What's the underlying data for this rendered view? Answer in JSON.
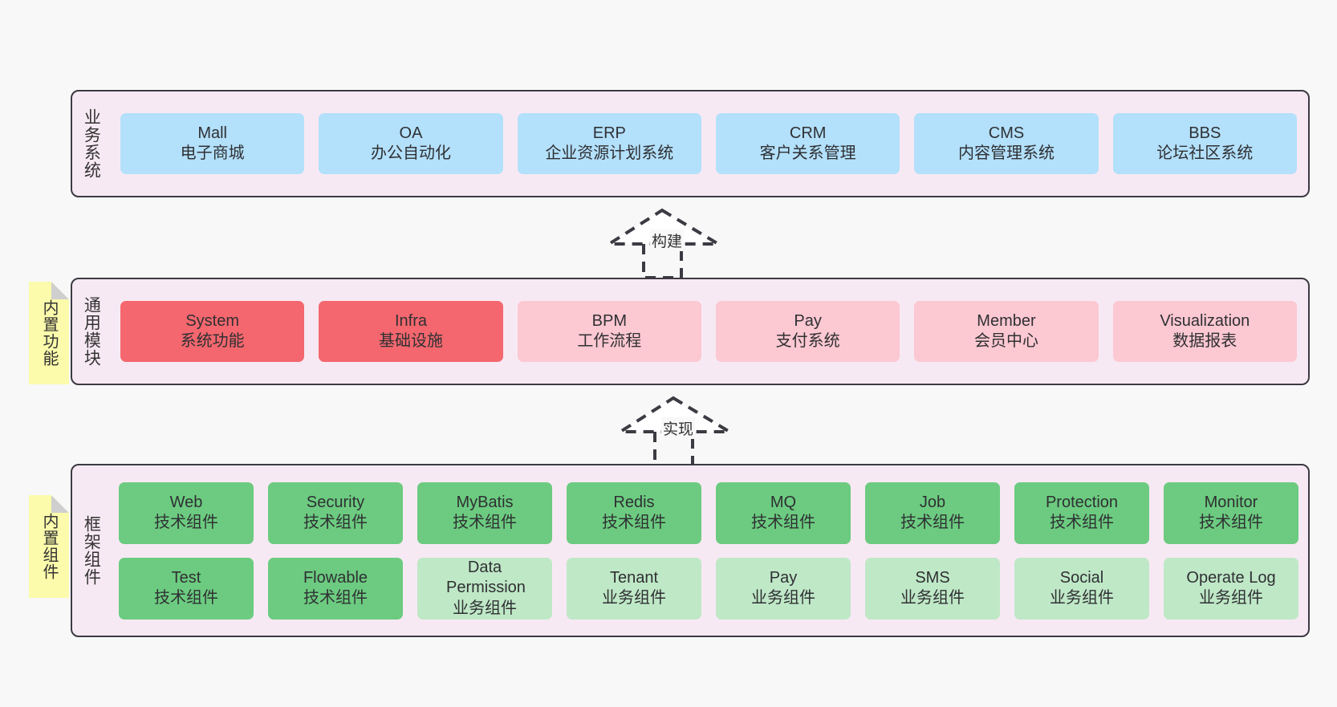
{
  "diagram": {
    "background_color": "#f8f8f8",
    "panel_fill": "#f7e9f3",
    "panel_border": "#3c3a42",
    "note_fill": "#fbfbab",
    "note_fold": "#cfcfcf"
  },
  "layers": [
    {
      "id": "business-system",
      "title": "业务系统",
      "note": null,
      "rows": [
        {
          "cells": [
            {
              "name": "Mall",
              "sub": "电子商城",
              "color": "#b3e0fb",
              "style": "c-blue"
            },
            {
              "name": "OA",
              "sub": "办公自动化",
              "color": "#b3e0fb",
              "style": "c-blue"
            },
            {
              "name": "ERP",
              "sub": "企业资源计划系统",
              "color": "#b3e0fb",
              "style": "c-blue"
            },
            {
              "name": "CRM",
              "sub": "客户关系管理",
              "color": "#b3e0fb",
              "style": "c-blue"
            },
            {
              "name": "CMS",
              "sub": "内容管理系统",
              "color": "#b3e0fb",
              "style": "c-blue"
            },
            {
              "name": "BBS",
              "sub": "论坛社区系统",
              "color": "#b3e0fb",
              "style": "c-blue"
            }
          ]
        }
      ]
    },
    {
      "id": "common-module",
      "title": "通用模块",
      "note": "内置功能",
      "rows": [
        {
          "cells": [
            {
              "name": "System",
              "sub": "系统功能",
              "color": "#f4676e",
              "style": "c-red"
            },
            {
              "name": "Infra",
              "sub": "基础设施",
              "color": "#f4676e",
              "style": "c-red"
            },
            {
              "name": "BPM",
              "sub": "工作流程",
              "color": "#fcc8d2",
              "style": "c-pink"
            },
            {
              "name": "Pay",
              "sub": "支付系统",
              "color": "#fcc8d2",
              "style": "c-pink"
            },
            {
              "name": "Member",
              "sub": "会员中心",
              "color": "#fcc8d2",
              "style": "c-pink"
            },
            {
              "name": "Visualization",
              "sub": "数据报表",
              "color": "#fcc8d2",
              "style": "c-pink"
            }
          ]
        }
      ]
    },
    {
      "id": "framework-component",
      "title": "框架组件",
      "note": "内置组件",
      "rows": [
        {
          "cells": [
            {
              "name": "Web",
              "sub": "技术组件",
              "color": "#6ccb80",
              "style": "c-green"
            },
            {
              "name": "Security",
              "sub": "技术组件",
              "color": "#6ccb80",
              "style": "c-green"
            },
            {
              "name": "MyBatis",
              "sub": "技术组件",
              "color": "#6ccb80",
              "style": "c-green"
            },
            {
              "name": "Redis",
              "sub": "技术组件",
              "color": "#6ccb80",
              "style": "c-green"
            },
            {
              "name": "MQ",
              "sub": "技术组件",
              "color": "#6ccb80",
              "style": "c-green"
            },
            {
              "name": "Job",
              "sub": "技术组件",
              "color": "#6ccb80",
              "style": "c-green"
            },
            {
              "name": "Protection",
              "sub": "技术组件",
              "color": "#6ccb80",
              "style": "c-green"
            },
            {
              "name": "Monitor",
              "sub": "技术组件",
              "color": "#6ccb80",
              "style": "c-green"
            }
          ]
        },
        {
          "cells": [
            {
              "name": "Test",
              "sub": "技术组件",
              "color": "#6ccb80",
              "style": "c-green"
            },
            {
              "name": "Flowable",
              "sub": "技术组件",
              "color": "#6ccb80",
              "style": "c-green"
            },
            {
              "name": "Data Permission",
              "sub": "业务组件",
              "color": "#bfe8c7",
              "style": "c-greenlight"
            },
            {
              "name": "Tenant",
              "sub": "业务组件",
              "color": "#bfe8c7",
              "style": "c-greenlight"
            },
            {
              "name": "Pay",
              "sub": "业务组件",
              "color": "#bfe8c7",
              "style": "c-greenlight"
            },
            {
              "name": "SMS",
              "sub": "业务组件",
              "color": "#bfe8c7",
              "style": "c-greenlight"
            },
            {
              "name": "Social",
              "sub": "业务组件",
              "color": "#bfe8c7",
              "style": "c-greenlight"
            },
            {
              "name": "Operate Log",
              "sub": "业务组件",
              "color": "#bfe8c7",
              "style": "c-greenlight"
            }
          ]
        }
      ]
    }
  ],
  "connectors": [
    {
      "id": "build",
      "label": "构建",
      "from": "common-module",
      "to": "business-system",
      "style": "dashed-hollow-arrow"
    },
    {
      "id": "implement",
      "label": "实现",
      "from": "framework-component",
      "to": "common-module",
      "style": "dashed-hollow-arrow"
    }
  ]
}
